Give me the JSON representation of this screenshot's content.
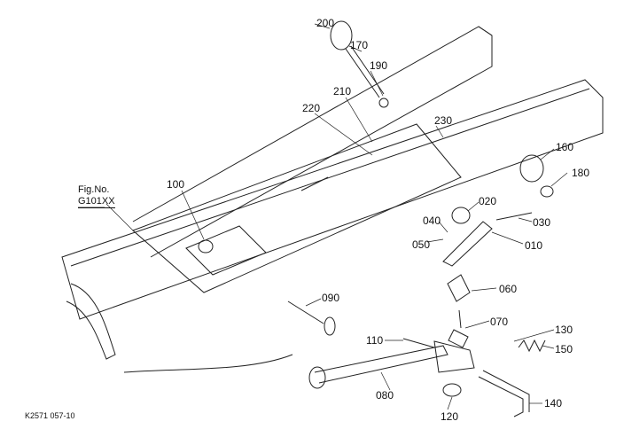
{
  "figure": {
    "fig_label": "Fig.No.",
    "fig_number": "G101XX",
    "drawing_code": "K2571 057-10"
  },
  "parts": [
    {
      "id": "200"
    },
    {
      "id": "170"
    },
    {
      "id": "190"
    },
    {
      "id": "210"
    },
    {
      "id": "220"
    },
    {
      "id": "230"
    },
    {
      "id": "160"
    },
    {
      "id": "180"
    },
    {
      "id": "100"
    },
    {
      "id": "020"
    },
    {
      "id": "030"
    },
    {
      "id": "040"
    },
    {
      "id": "050"
    },
    {
      "id": "010"
    },
    {
      "id": "060"
    },
    {
      "id": "090"
    },
    {
      "id": "070"
    },
    {
      "id": "110"
    },
    {
      "id": "130"
    },
    {
      "id": "150"
    },
    {
      "id": "080"
    },
    {
      "id": "120"
    },
    {
      "id": "140"
    }
  ],
  "colors": {
    "line": "#111111",
    "background": "#ffffff"
  }
}
